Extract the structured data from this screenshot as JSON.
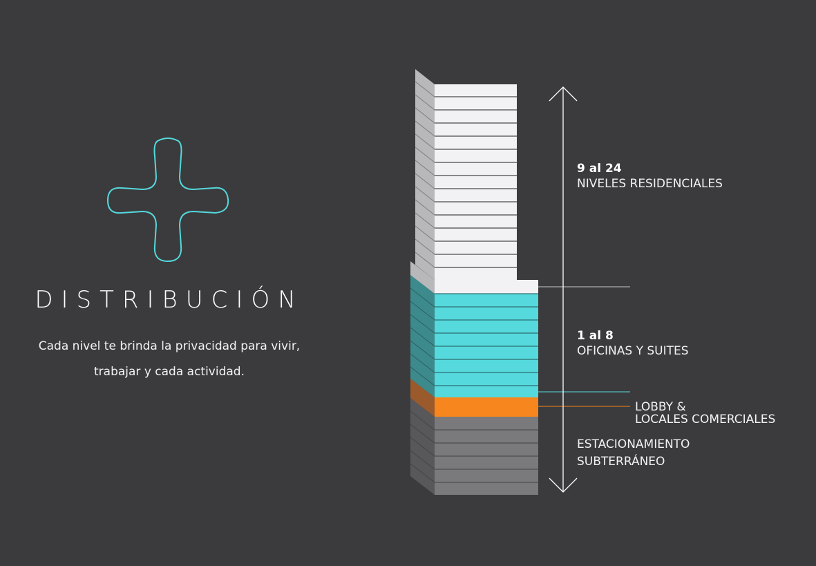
{
  "heading": {
    "title": "DISTRIBUCIÓN",
    "description_line1": "Cada nivel te brinda la privacidad para vivir,",
    "description_line2": "trabajar y cada actividad."
  },
  "levels": {
    "residential": {
      "range": "9 al 24",
      "name": "NIVELES RESIDENCIALES",
      "color": "#f2f2f4"
    },
    "offices": {
      "range": "1 al 8",
      "name": "OFICINAS Y SUITES",
      "color": "#55d9dd"
    },
    "lobby": {
      "name_line1": "LOBBY &",
      "name_line2": "LOCALES COMERCIALES",
      "color": "#f7861e"
    },
    "parking": {
      "name_line1": "ESTACIONAMIENTO",
      "name_line2": "SUBTERRÁNEO",
      "color": "#7a7a7c"
    }
  },
  "colors": {
    "background": "#3b3b3d",
    "icon_outline": "#55d9dd",
    "arrow": "#ffffff"
  },
  "icons": {
    "brand": "rounded-cross-icon",
    "height_arrow": "double-arrow-icon"
  }
}
